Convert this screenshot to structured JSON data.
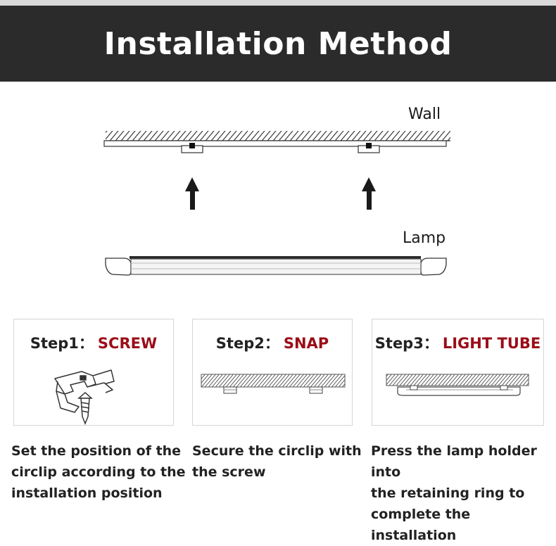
{
  "header": {
    "title": "Installation Method"
  },
  "diagram": {
    "wall_label": "Wall",
    "lamp_label": "Lamp"
  },
  "steps": [
    {
      "label": "Step1：",
      "name": "SCREW",
      "description": [
        "Set the position of the",
        "circlip according to the",
        "installation position"
      ]
    },
    {
      "label": "Step2：",
      "name": "SNAP",
      "description": [
        "Secure the circlip with",
        "the screw"
      ]
    },
    {
      "label": "Step3：",
      "name": "LIGHT TUBE",
      "description": [
        "Press the lamp holder into",
        "the retaining ring to",
        "complete the installation"
      ]
    }
  ],
  "colors": {
    "header_bg": "#2b2b2b",
    "accent": "#9b0d17",
    "box_border": "#d6d6d6"
  },
  "icons": [
    "up-arrow-icon",
    "circlip-icon",
    "screw-icon"
  ]
}
